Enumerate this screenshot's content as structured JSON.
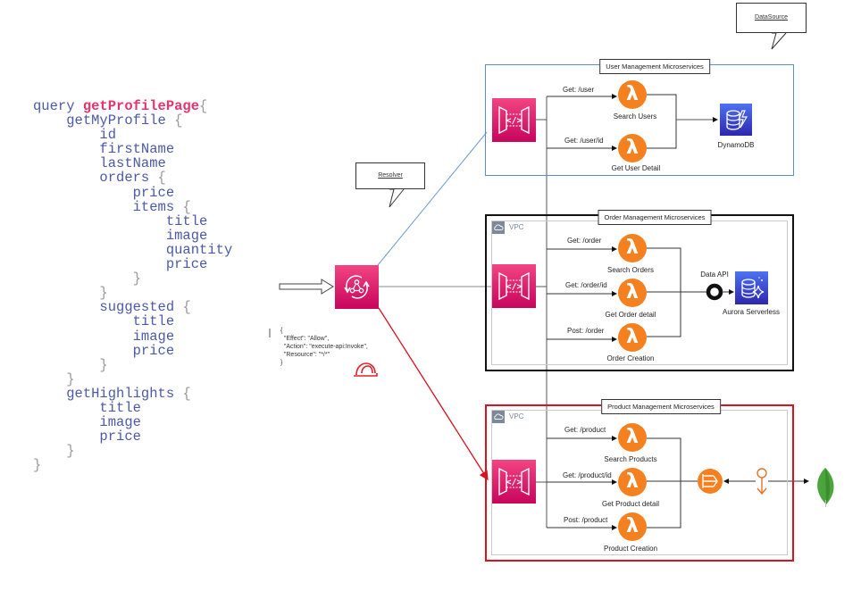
{
  "query": {
    "lines": [
      {
        "indent": 0,
        "tokens": [
          {
            "t": "query ",
            "c": "kw"
          },
          {
            "t": "getProfilePage",
            "c": "fn"
          },
          {
            "t": "{",
            "c": "br"
          }
        ]
      },
      {
        "indent": 1,
        "tokens": [
          {
            "t": "getMyProfile ",
            "c": "kw"
          },
          {
            "t": "{",
            "c": "br"
          }
        ]
      },
      {
        "indent": 2,
        "tokens": [
          {
            "t": "id",
            "c": "kw"
          }
        ]
      },
      {
        "indent": 2,
        "tokens": [
          {
            "t": "firstName",
            "c": "kw"
          }
        ]
      },
      {
        "indent": 2,
        "tokens": [
          {
            "t": "lastName",
            "c": "kw"
          }
        ]
      },
      {
        "indent": 2,
        "tokens": [
          {
            "t": "orders ",
            "c": "kw"
          },
          {
            "t": "{",
            "c": "br"
          }
        ]
      },
      {
        "indent": 3,
        "tokens": [
          {
            "t": "price",
            "c": "kw"
          }
        ]
      },
      {
        "indent": 3,
        "tokens": [
          {
            "t": "items ",
            "c": "kw"
          },
          {
            "t": "{",
            "c": "br"
          }
        ]
      },
      {
        "indent": 4,
        "tokens": [
          {
            "t": "title",
            "c": "kw"
          }
        ]
      },
      {
        "indent": 4,
        "tokens": [
          {
            "t": "image",
            "c": "kw"
          }
        ]
      },
      {
        "indent": 4,
        "tokens": [
          {
            "t": "quantity",
            "c": "kw"
          }
        ]
      },
      {
        "indent": 4,
        "tokens": [
          {
            "t": "price",
            "c": "kw"
          }
        ]
      },
      {
        "indent": 3,
        "tokens": [
          {
            "t": "}",
            "c": "br"
          }
        ]
      },
      {
        "indent": 2,
        "tokens": [
          {
            "t": "}",
            "c": "br"
          }
        ]
      },
      {
        "indent": 2,
        "tokens": [
          {
            "t": "suggested ",
            "c": "kw"
          },
          {
            "t": "{",
            "c": "br"
          }
        ]
      },
      {
        "indent": 3,
        "tokens": [
          {
            "t": "title",
            "c": "kw"
          }
        ]
      },
      {
        "indent": 3,
        "tokens": [
          {
            "t": "image",
            "c": "kw"
          }
        ]
      },
      {
        "indent": 3,
        "tokens": [
          {
            "t": "price",
            "c": "kw"
          }
        ]
      },
      {
        "indent": 2,
        "tokens": [
          {
            "t": "}",
            "c": "br"
          }
        ]
      },
      {
        "indent": 1,
        "tokens": [
          {
            "t": "}",
            "c": "br"
          }
        ]
      },
      {
        "indent": 1,
        "tokens": [
          {
            "t": "getHighlights ",
            "c": "kw"
          },
          {
            "t": "{",
            "c": "br"
          }
        ]
      },
      {
        "indent": 2,
        "tokens": [
          {
            "t": "title",
            "c": "kw"
          }
        ]
      },
      {
        "indent": 2,
        "tokens": [
          {
            "t": "image",
            "c": "kw"
          }
        ]
      },
      {
        "indent": 2,
        "tokens": [
          {
            "t": "price",
            "c": "kw"
          }
        ]
      },
      {
        "indent": 1,
        "tokens": [
          {
            "t": "}",
            "c": "br"
          }
        ]
      },
      {
        "indent": 0,
        "tokens": [
          {
            "t": "}",
            "c": "br"
          }
        ]
      }
    ]
  },
  "callouts": {
    "resolver": "Resolver",
    "datasource": "DataSource"
  },
  "policy": {
    "text": "{\n  \"Effect\": \"Allow\",\n  \"Action\": \"execute-api:Invoke\",\n  \"Resource\": \"*/*\"\n}"
  },
  "icons": {
    "appsync": "appsync-icon",
    "apigw": "api-gateway-icon",
    "lambda": "lambda-icon",
    "dynamodb": "dynamodb-icon",
    "aurora": "aurora-icon",
    "data_api": "data-api-ring-icon",
    "queue": "sqs-queue-icon",
    "connector": "connector-icon",
    "mongodb": "mongodb-leaf-icon",
    "iam_role": "iam-role-hardhat-icon"
  },
  "colors": {
    "user_group": "#5b8bd0",
    "order_group": "#111111",
    "product_group": "#d9121f",
    "appsync_pink": "#e7157b",
    "lambda_orange": "#f48020",
    "db_blue": "#3b48cc",
    "mongo_green": "#4aa63a"
  },
  "groups": {
    "user": {
      "title": "User Management Microservices",
      "routes": [
        "Get: /user",
        "Get: /user/id"
      ],
      "functions": [
        "Search Users",
        "Get User Detail"
      ],
      "datastore": "DynamoDB"
    },
    "order": {
      "title": "Order Management Microservices",
      "vpc_label": "VPC",
      "routes": [
        "Get: /order",
        "Get: /order/id",
        "Post: /order"
      ],
      "functions": [
        "Search Orders",
        "Get Order detail",
        "Order Creation"
      ],
      "data_api_label": "Data API",
      "datastore": "Aurora Serverless"
    },
    "product": {
      "title": "Product Management Microservices",
      "vpc_label": "VPC",
      "routes": [
        "Get: /product",
        "Get: /product/id",
        "Post: /product"
      ],
      "functions": [
        "Search Products",
        "Get Product detail",
        "Product Creation"
      ]
    }
  }
}
